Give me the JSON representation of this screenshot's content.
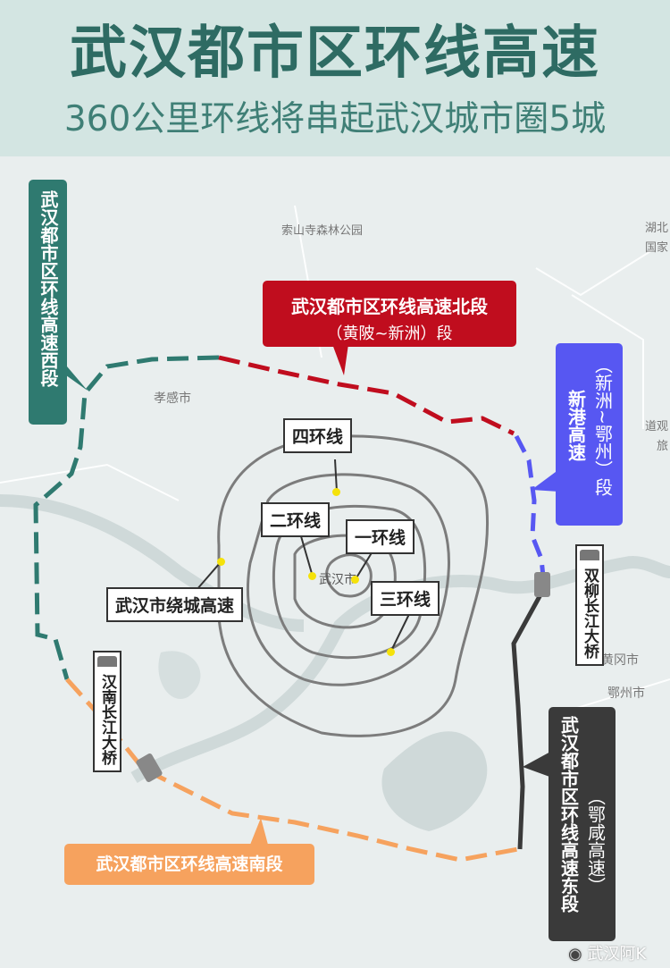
{
  "header": {
    "title": "武汉都市区环线高速",
    "subtitle": "360公里环线将串起武汉城市圈5城"
  },
  "place_labels": {
    "suoshan": "索山寺森林公园",
    "xiaogan": "孝感市",
    "wuhan": "武汉市",
    "huanggang": "黄冈市",
    "ezhou": "鄂州市",
    "hubei_cut": "湖北",
    "guojia_cut": "国家",
    "daoguan_cut": "道观",
    "lv_cut": "旅"
  },
  "segments": {
    "west": "武汉都市区环线高速西段",
    "north_title": "武汉都市区环线高速北段",
    "north_sub": "（黄陂~新洲）段",
    "xingang_title": "新港高速",
    "xingang_sub": "（新洲~鄂州）段",
    "east_title": "武汉都市区环线高速东段",
    "east_sub": "（鄂咸高速）",
    "south": "武汉都市区环线高速南段"
  },
  "rings": {
    "ring4": "四环线",
    "ring2": "二环线",
    "ring1": "一环线",
    "ring3": "三环线",
    "outer": "武汉市绕城高速"
  },
  "bridges": {
    "shuangliu": "双柳长江大桥",
    "hannan": "汉南长江大桥"
  },
  "watermark": "武汉阿K",
  "colors": {
    "west": "#2f7a70",
    "north": "#c00d1e",
    "xingang": "#5757f2",
    "east": "#3a3a3a",
    "south": "#f6a25e"
  }
}
